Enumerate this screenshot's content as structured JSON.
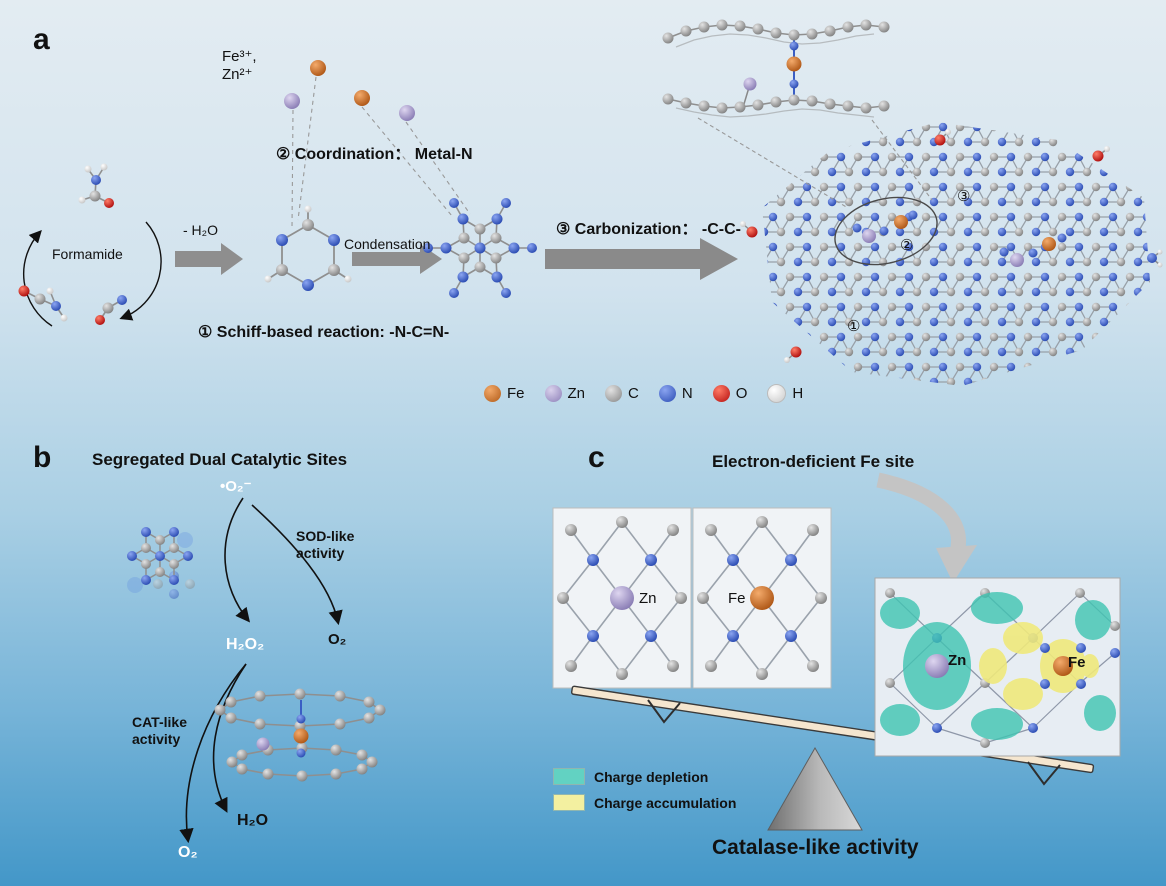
{
  "panel_a": {
    "label": "a",
    "ions": "Fe³⁺,\nZn²⁺",
    "dehydration": "- H₂O",
    "formamide": "Formamide",
    "condensation": "Condensation",
    "step1": "① Schiff-based reaction: -N-C=N-",
    "step2": "② Coordination：  Metal-N",
    "step3": "③ Carbonization：  -C-C-",
    "site1": "①",
    "site2": "②",
    "site3": "③",
    "legend": [
      {
        "symbol": "Fe",
        "color": "#c8692c"
      },
      {
        "symbol": "Zn",
        "color": "#a89fc9"
      },
      {
        "symbol": "C",
        "color": "#9b9b9b"
      },
      {
        "symbol": "N",
        "color": "#3c5fc2"
      },
      {
        "symbol": "O",
        "color": "#d41a1a"
      },
      {
        "symbol": "H",
        "color": "#f2f2f2"
      }
    ]
  },
  "panel_b": {
    "label": "b",
    "title": "Segregated Dual Catalytic Sites",
    "superoxide": "•O₂⁻",
    "sod": "SOD-like\nactivity",
    "h2o2": "H₂O₂",
    "o2_product": "O₂",
    "cat": "CAT-like\nactivity",
    "h2o": "H₂O",
    "o2_final": "O₂"
  },
  "panel_c": {
    "label": "c",
    "title": "Electron-deficient Fe site",
    "zn_site": "Zn",
    "fe_site": "Fe",
    "zn_density": "Zn",
    "fe_density": "Fe",
    "legend": [
      {
        "label": "Charge depletion",
        "color": "#5fd0c0"
      },
      {
        "label": "Charge accumulation",
        "color": "#f2ef9a"
      }
    ],
    "caption": "Catalase-like activity"
  }
}
